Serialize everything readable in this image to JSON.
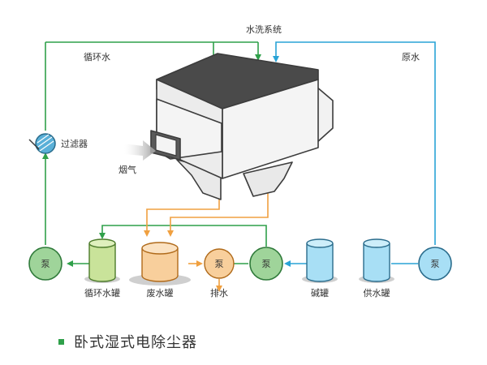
{
  "diagram": {
    "labels": {
      "wash_system": "水洗系统",
      "circulating_water": "循环水",
      "raw_water": "原水",
      "filter": "过滤器",
      "flue_gas": "烟气",
      "pump": "泵",
      "circulating_tank": "循环水罐",
      "waste_tank": "废水罐",
      "drain": "排水",
      "alkali_tank": "碱罐",
      "supply_tank": "供水罐"
    },
    "colors": {
      "green_line": "#2fa04a",
      "blue_line": "#29a3d6",
      "orange_line": "#f0a040",
      "housing_dark": "#4a4a4a",
      "housing_light": "#f2f2f2",
      "green_tank": "#c9e39a",
      "orange_tank": "#f8cf9c",
      "blue_tank": "#a8dff5",
      "green_pump": "#9fd49a",
      "blue_pump": "#a8dff5",
      "orange_pump": "#f8cf9c"
    }
  },
  "caption": {
    "title": "卧式湿式电除尘器"
  }
}
